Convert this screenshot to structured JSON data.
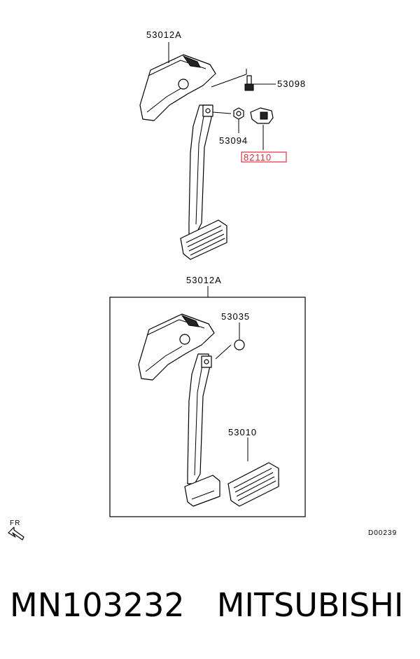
{
  "labels": {
    "pedal_assembly_top": "53012A",
    "bolt": "53098",
    "nut": "53094",
    "switch": "82110",
    "pedal_assembly_bottom": "53012A",
    "stopper": "53035",
    "pad": "53010",
    "front_marker": "FR",
    "diagram_code": "D00239"
  },
  "footer": {
    "part_number": "MN103232",
    "brand": "MITSUBISHI"
  },
  "colors": {
    "highlight": "#e0303a",
    "line": "#000000"
  }
}
